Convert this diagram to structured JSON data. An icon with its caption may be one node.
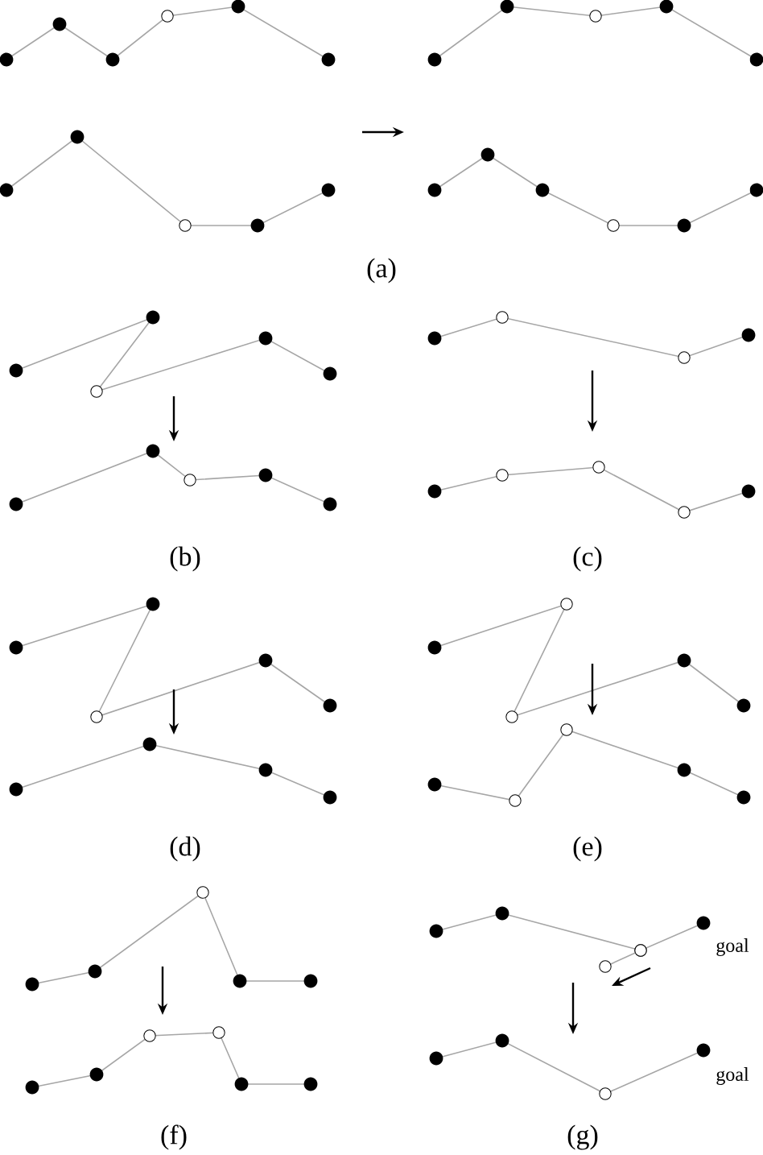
{
  "diagram": {
    "labels": [
      "(a)",
      "(b)",
      "(c)",
      "(d)",
      "(e)",
      "goal",
      "goal",
      "(f)",
      "(g)"
    ]
  }
}
